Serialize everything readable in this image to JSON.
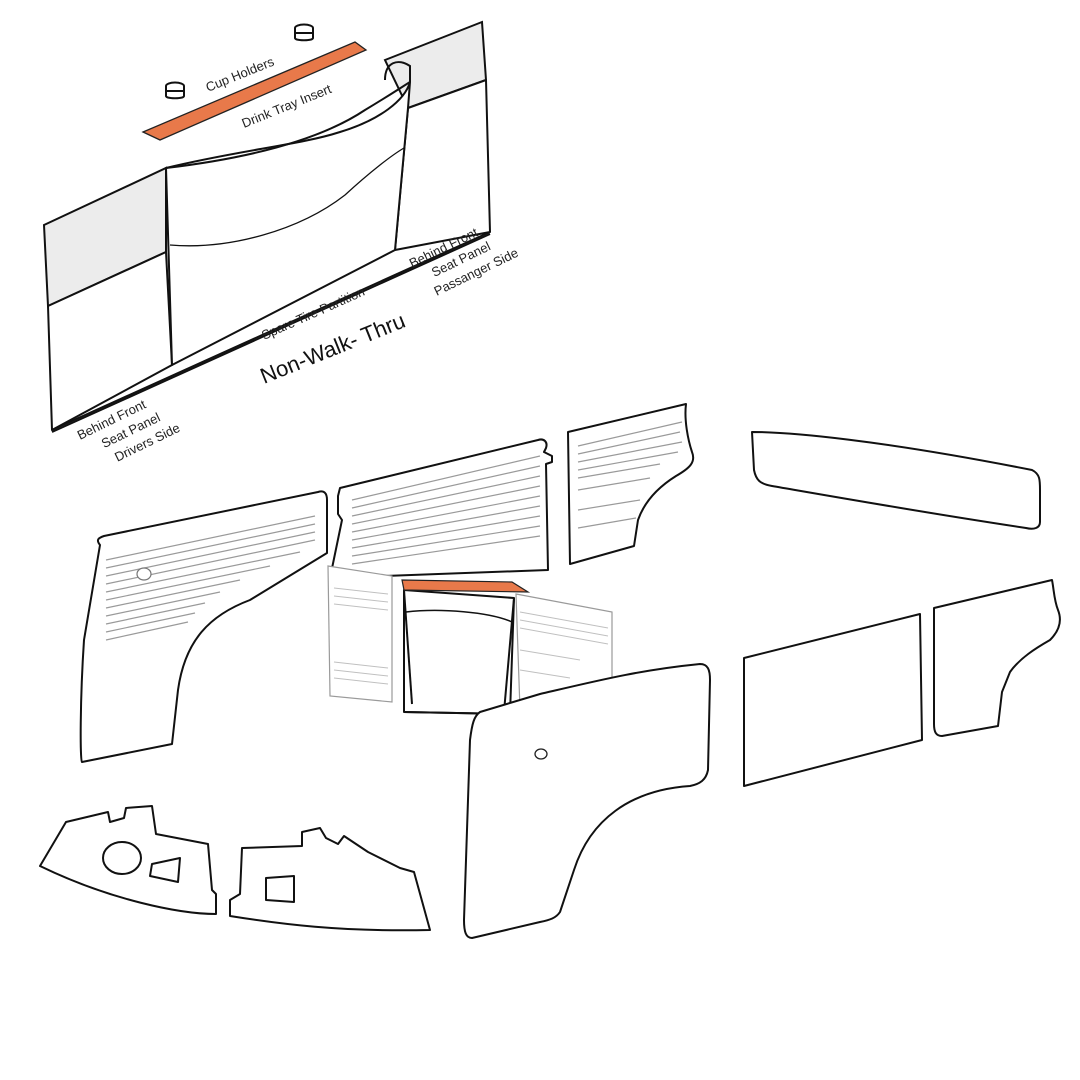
{
  "labels": {
    "cup_holders": "Cup Holders",
    "drink_tray_insert": "Drink Tray Insert",
    "spare_tire_partition": "Spare Tire Partition",
    "non_walk_thru": "Non-Walk- Thru",
    "driver_side_1": "Behind Front",
    "driver_side_2": "Seat Panel",
    "driver_side_3": "Drivers Side",
    "passenger_side_1": "Behind Front",
    "passenger_side_2": "Seat Panel",
    "passenger_side_3": "Passanger Side"
  },
  "colors": {
    "accent": "#E8794A",
    "outline": "#111111",
    "shade": "#ECECEC",
    "rib": "#9A9A9A"
  }
}
